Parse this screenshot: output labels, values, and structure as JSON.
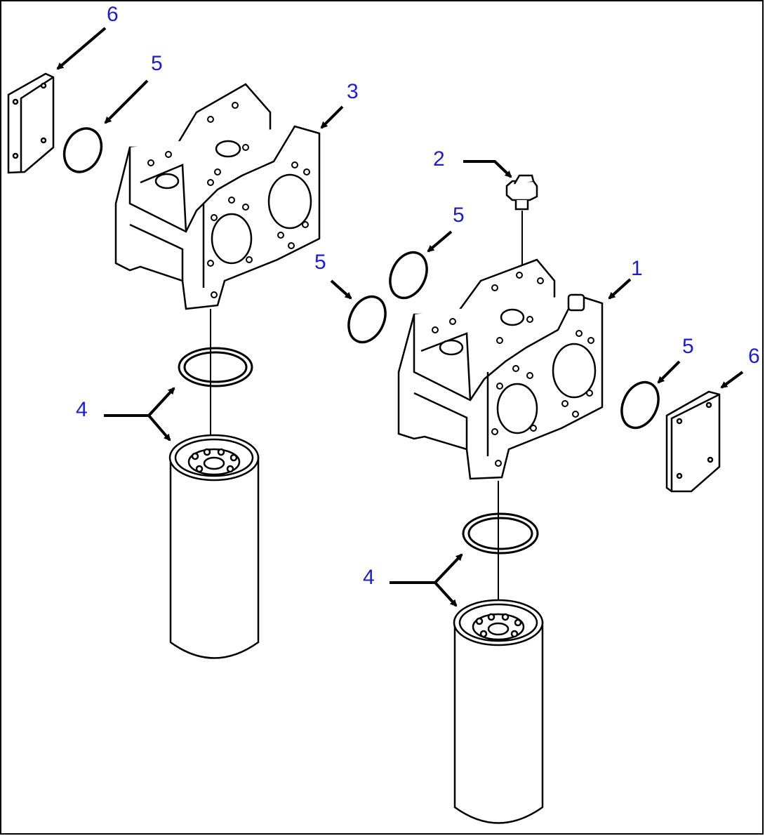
{
  "diagram": {
    "callout_color": "#1c1cd4",
    "line_color": "#000000",
    "background": "#ffffff",
    "callouts": {
      "c1": "1",
      "c2": "2",
      "c3": "3",
      "c4_left": "4",
      "c4_right": "4",
      "c5_left_top": "5",
      "c5_center_low": "5",
      "c5_center_high": "5",
      "c5_right": "5",
      "c6_left": "6",
      "c6_right": "6"
    }
  }
}
